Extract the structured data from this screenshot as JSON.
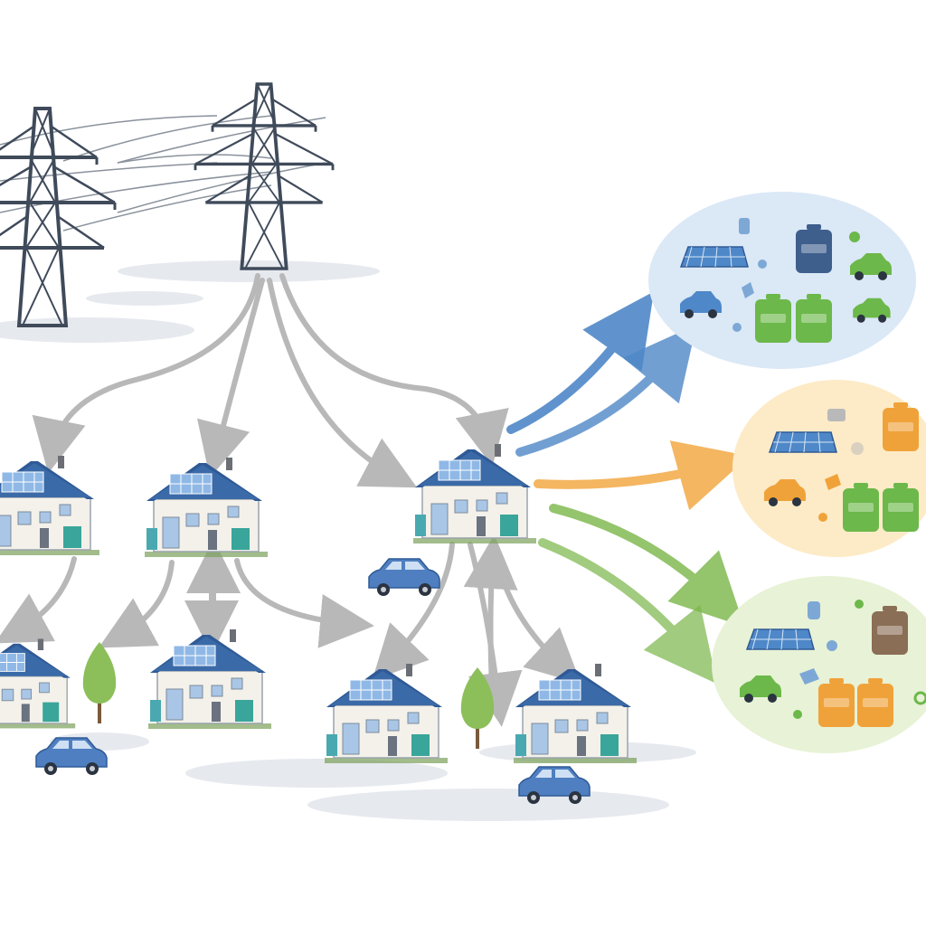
{
  "diagram": {
    "kind": "illustration",
    "text_labels": [],
    "nodes": {
      "pylons": [
        {
          "name": "pylon-left"
        },
        {
          "name": "pylon-right"
        }
      ],
      "houses": [
        {
          "name": "house-top-left"
        },
        {
          "name": "house-top-middle"
        },
        {
          "name": "house-hub"
        },
        {
          "name": "house-bottom-left"
        },
        {
          "name": "house-bottom-middle"
        },
        {
          "name": "house-bottom-center"
        },
        {
          "name": "house-bottom-right"
        }
      ],
      "clusters": [
        {
          "name": "cluster-blue",
          "color": "#dbe8f6",
          "accent": "#4f88c8"
        },
        {
          "name": "cluster-orange",
          "color": "#fdebc7",
          "accent": "#f2a43a"
        },
        {
          "name": "cluster-green",
          "color": "#e8f2d6",
          "accent": "#7ab648"
        }
      ]
    },
    "palette": {
      "roof": "#3b6aa8",
      "wall": "#f3f1ea",
      "pylon": "#3f4a5a",
      "arrow_gray": "#b8b8b8",
      "arrow_blue": "#4f88c8",
      "arrow_orange": "#f2a43a",
      "arrow_green": "#7ab648",
      "car": "#4f7fc0",
      "tree": "#8cbf5a",
      "battery_green": "#6cb84a",
      "battery_orange": "#f0a23a",
      "battery_brown": "#8a6e55",
      "battery_navy": "#3e5e8c"
    }
  }
}
